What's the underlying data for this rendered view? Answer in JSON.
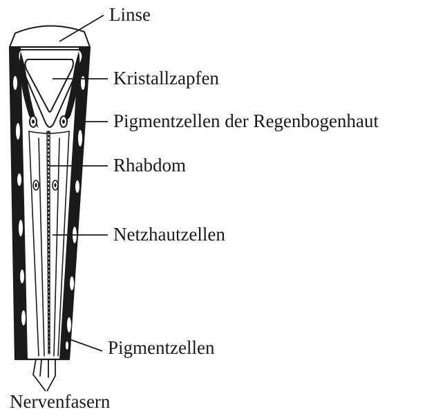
{
  "figure": {
    "labels": {
      "linse": "Linse",
      "kristallzapfen": "Kristallzapfen",
      "pigmentzellen_regenbogenhaut": "Pigmentzellen der Regenbogenhaut",
      "rhabdom": "Rhabdom",
      "netzhautzellen": "Netzhautzellen",
      "pigmentzellen": "Pigmentzellen",
      "nervenfasern": "Nervenfasern"
    },
    "colors": {
      "ink": "#1a1a1a",
      "paper": "#ffffff"
    }
  }
}
